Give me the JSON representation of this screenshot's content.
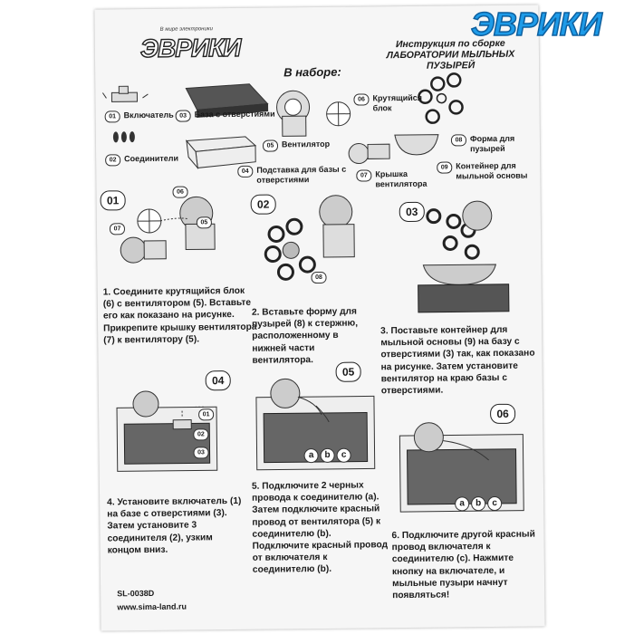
{
  "brand": {
    "tagline": "В мире электроники",
    "name": "ЭВРИКИ"
  },
  "corner_logo": "ЭВРИКИ",
  "title_lines": [
    "Инструкция по сборке",
    "ЛАБОРАТОРИИ МЫЛЬНЫХ",
    "ПУЗЫРЕЙ"
  ],
  "kit_heading": "В наборе:",
  "kit_items": [
    {
      "num": "01",
      "label": "Включатель"
    },
    {
      "num": "02",
      "label": "Соединители"
    },
    {
      "num": "03",
      "label": "База с отверстиями"
    },
    {
      "num": "04",
      "label": "Подставка для базы с отверстиями"
    },
    {
      "num": "05",
      "label": "Вентилятор"
    },
    {
      "num": "06",
      "label": "Крутящийся блок"
    },
    {
      "num": "07",
      "label": "Крышка вентилятора"
    },
    {
      "num": "08",
      "label": "Форма для пузырей"
    },
    {
      "num": "09",
      "label": "Контейнер для мыльной основы"
    }
  ],
  "steps": [
    {
      "num": "01",
      "text": "1. Соедините крутящийся блок (6) с вентилятором (5). Вставьте его как показано на рисунке. Прикрепите крышку вентилятора (7) к вентилятору (5)."
    },
    {
      "num": "02",
      "text": "2. Вставьте форму для пузырей (8) к стержню, расположенному в нижней части вентилятора."
    },
    {
      "num": "03",
      "text": "3. Поставьте контейнер для мыльной основы (9) на базу с отверстиями (3) так, как показано на рисунке. Затем установите вентилятор на краю базы с отверстиями."
    },
    {
      "num": "04",
      "text": "4. Установите включатель (1) на базе с отверстиями (3). Затем установите 3 соединителя (2), узким концом вниз."
    },
    {
      "num": "05",
      "text": "5. Подключите 2 черных провода к соединителю (a). Затем подключите красный провод от вентилятора (5) к соединителю (b). Подключите красный провод от включателя к соединителю (b)."
    },
    {
      "num": "06",
      "text": "6. Подключите другой красный провод включателя к соединителю (c). Нажмите кнопку на включателе, и мыльные пузыри начнут появляться!"
    }
  ],
  "connector_letters": [
    "a",
    "b",
    "c"
  ],
  "diagram_callouts": {
    "step1": [
      "06",
      "05",
      "07"
    ],
    "step2": [
      "08"
    ],
    "step4": [
      "01",
      "02",
      "03"
    ]
  },
  "footer": {
    "code": "SL-0038D",
    "url": "www.sima-land.ru"
  }
}
